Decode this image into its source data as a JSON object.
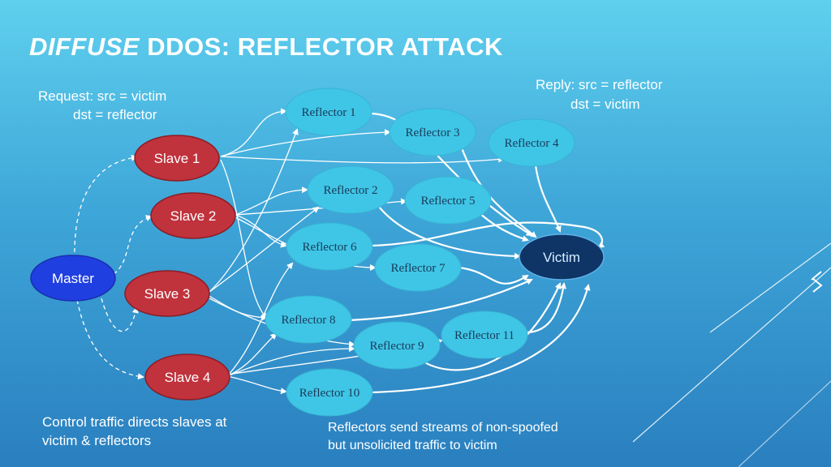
{
  "title": {
    "italic": "DIFFUSE",
    "rest": " DDOS: REFLECTOR ATTACK"
  },
  "request": {
    "label": "Request:",
    "src": "src = victim",
    "dst": "dst = reflector"
  },
  "reply": {
    "label": "Reply:",
    "src": "src = reflector",
    "dst": "dst = victim"
  },
  "master": "Master",
  "slaves": [
    "Slave 1",
    "Slave 2",
    "Slave 3",
    "Slave 4"
  ],
  "reflectors": [
    "Reflector 1",
    "Reflector 2",
    "Reflector 3",
    "Reflector 4",
    "Reflector 5",
    "Reflector 6",
    "Reflector 7",
    "Reflector 8",
    "Reflector 9",
    "Reflector 10",
    "Reflector 11"
  ],
  "victim": "Victim",
  "caption_left": [
    "Control traffic directs slaves at",
    "victim & reflectors"
  ],
  "caption_right": [
    "Reflectors send streams of non-spoofed",
    "but unsolicited traffic to victim"
  ],
  "colors": {
    "master": "#1f3fe0",
    "slave": "#c0323c",
    "reflector": "#3fc6e6",
    "victim": "#0e3566",
    "edge": "#ffffff"
  }
}
